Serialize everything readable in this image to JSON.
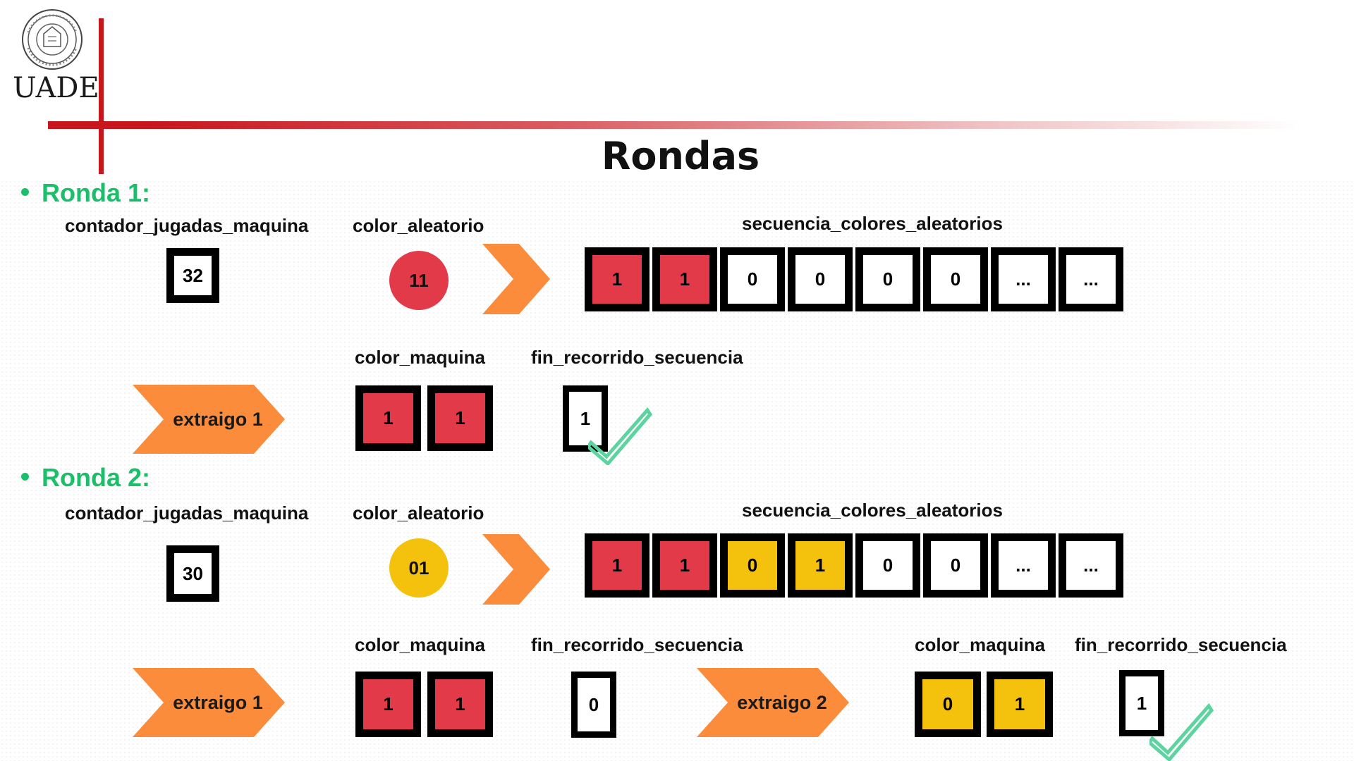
{
  "brand": {
    "logo_text": "UADE",
    "accent": "#c8161d"
  },
  "title": "Rondas",
  "colors": {
    "red": "#e23a48",
    "yellow": "#f4c20d",
    "orange": "#fb8c3c",
    "green": "#1bbf6a",
    "check": "#5dd3a0"
  },
  "ronda1": {
    "heading": "Ronda 1:",
    "labels": {
      "contador": "contador_jugadas_maquina",
      "color_aleatorio": "color_aleatorio",
      "secuencia": "secuencia_colores_aleatorios",
      "color_maquina": "color_maquina",
      "fin": "fin_recorrido_secuencia"
    },
    "contador_value": "32",
    "color_aleatorio_value": "11",
    "secuencia": [
      {
        "v": "1",
        "c": "red"
      },
      {
        "v": "1",
        "c": "red"
      },
      {
        "v": "0",
        "c": "white"
      },
      {
        "v": "0",
        "c": "white"
      },
      {
        "v": "0",
        "c": "white"
      },
      {
        "v": "0",
        "c": "white"
      },
      {
        "v": "...",
        "c": "white"
      },
      {
        "v": "...",
        "c": "white"
      }
    ],
    "extraigo_label": "extraigo 1",
    "color_maquina": [
      "1",
      "1"
    ],
    "fin_value": "1"
  },
  "ronda2": {
    "heading": "Ronda 2:",
    "labels": {
      "contador": "contador_jugadas_maquina",
      "color_aleatorio": "color_aleatorio",
      "secuencia": "secuencia_colores_aleatorios",
      "color_maquina": "color_maquina",
      "fin": "fin_recorrido_secuencia",
      "color_maquina_2": "color_maquina",
      "fin_2": "fin_recorrido_secuencia"
    },
    "contador_value": "30",
    "color_aleatorio_value": "01",
    "secuencia": [
      {
        "v": "1",
        "c": "red"
      },
      {
        "v": "1",
        "c": "red"
      },
      {
        "v": "0",
        "c": "yellow"
      },
      {
        "v": "1",
        "c": "yellow"
      },
      {
        "v": "0",
        "c": "white"
      },
      {
        "v": "0",
        "c": "white"
      },
      {
        "v": "...",
        "c": "white"
      },
      {
        "v": "...",
        "c": "white"
      }
    ],
    "extraigo_1_label": "extraigo 1",
    "color_maquina": [
      "1",
      "1"
    ],
    "fin_value": "0",
    "extraigo_2_label": "extraigo 2",
    "color_maquina_2": [
      "0",
      "1"
    ],
    "fin_value_2": "1"
  }
}
